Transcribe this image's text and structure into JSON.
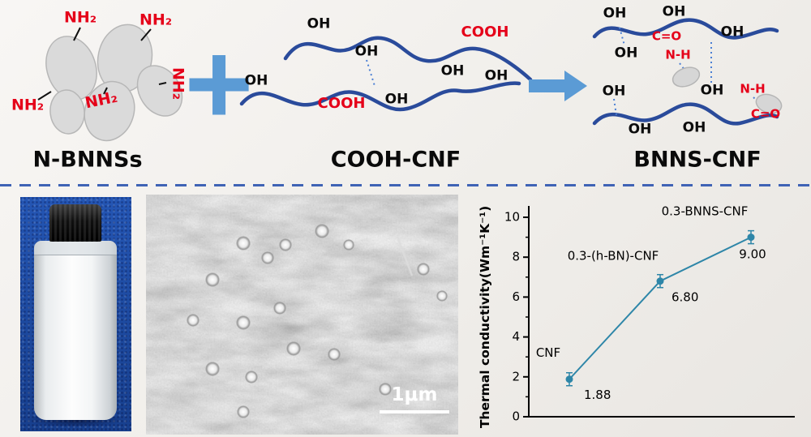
{
  "scheme": {
    "plus": "+",
    "panels": {
      "nbnns": {
        "title": "N-BNNSs",
        "amine_label": "NH₂"
      },
      "cooh_cnf": {
        "title": "COOH-CNF",
        "hydroxyl_label": "OH",
        "carboxyl_label": "COOH"
      },
      "bnns_cnf": {
        "title": "BNNS-CNF",
        "hydroxyl_label": "OH",
        "carbonyl_label": "C=O",
        "amide_label": "N-H"
      }
    }
  },
  "sem": {
    "scale_label": "1μm"
  },
  "chart_data": {
    "type": "line",
    "categories": [
      "CNF",
      "0.3-(h-BN)-CNF",
      "0.3-BNNS-CNF"
    ],
    "values": [
      1.88,
      6.8,
      9.0
    ],
    "value_labels": [
      "1.88",
      "6.80",
      "9.00"
    ],
    "title": "",
    "xlabel": "",
    "ylabel": "Thermal conductivity(Wm⁻¹K⁻¹)",
    "ylim": [
      0,
      10
    ],
    "yticks": [
      0,
      2,
      4,
      6,
      8,
      10
    ],
    "grid": false,
    "legend": null,
    "line_color": "#2e86a8"
  },
  "colors": {
    "accent_blue": "#5b9bd5",
    "chain_blue": "#2a4b9b",
    "label_red": "#e50019",
    "divider_blue": "#3f63b5",
    "chart_line": "#2e86a8"
  }
}
